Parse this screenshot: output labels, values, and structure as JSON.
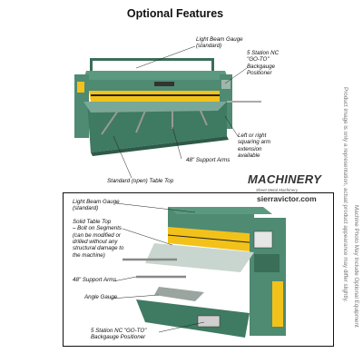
{
  "page_title": "Optional Features",
  "top_callouts": {
    "light_beam_gauge": "Light Beam Gauge\n(standard)",
    "backgauge_positioner": "5 Station NC\n\"GO-TO\"\nBackgauge\nPositioner",
    "squaring_arm": "Left or right\nsquaring arm\nextension\navailable",
    "support_arms": "48\" Support Arms",
    "table_top": "Standard (open) Table Top"
  },
  "bottom_callouts": {
    "light_beam_gauge": "Light Beam Gauge\n(standard)",
    "solid_table_top": "Solid Table Top\n– Bolt on Segments\n(can be modified or\ndrilled without any\nstructural damage to\nthe machine)",
    "support_arms": "48\" Support Arms",
    "angle_gauge": "Angle Gauge",
    "backgauge_positioner": "5 Station NC \"GO-TO\"\nBackgauge Positioner"
  },
  "side_notes": {
    "right_1": "Product image is only a representation, actual product appearance may differ slightly.",
    "right_2": "Machine Photo May Include Optional Equipment"
  },
  "watermark": {
    "brand": "MACHINERY",
    "tagline": "Sheet Metal Machinery",
    "url": "sierravictor.com"
  },
  "colors": {
    "machine_green": "#4f8a72",
    "machine_dark": "#2e5a48",
    "blade_yellow": "#f2c21a",
    "background": "#ffffff"
  }
}
